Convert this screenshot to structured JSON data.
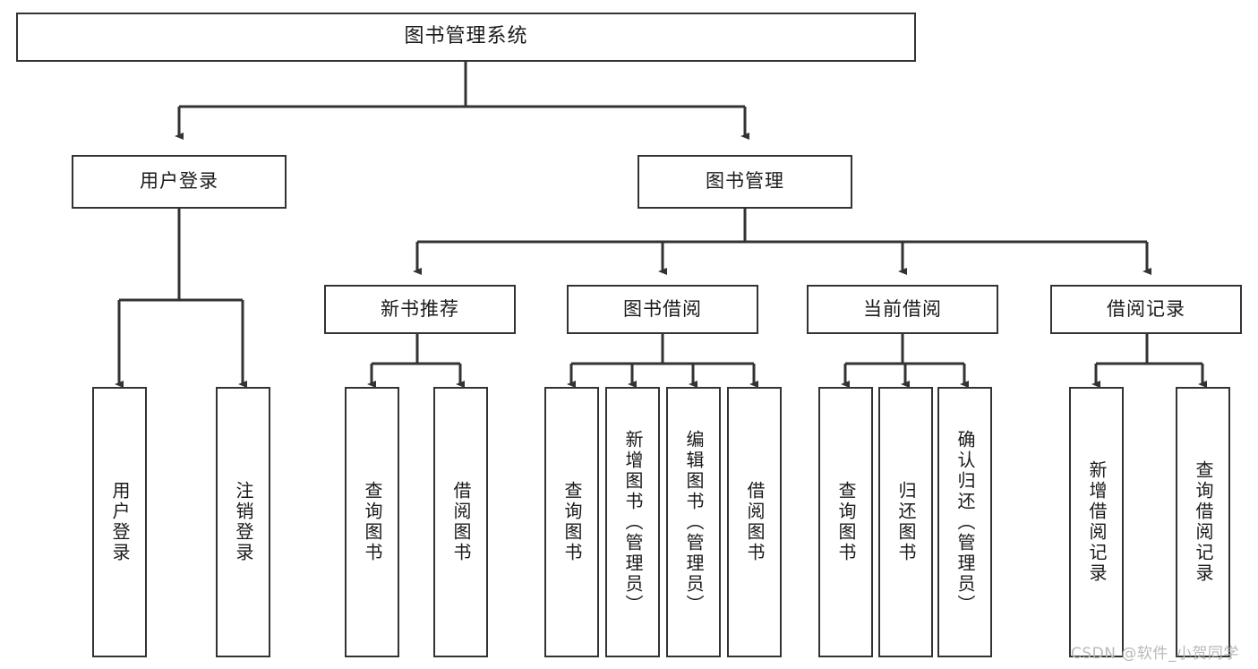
{
  "diagram": {
    "title": "图书管理系统",
    "root": {
      "label": "图书管理系统"
    },
    "level2": [
      {
        "label": "用户登录"
      },
      {
        "label": "图书管理"
      }
    ],
    "level3": [
      {
        "label": "新书推荐"
      },
      {
        "label": "图书借阅"
      },
      {
        "label": "当前借阅"
      },
      {
        "label": "借阅记录"
      }
    ],
    "leaves": {
      "user_login": [
        {
          "label": "用户登录"
        },
        {
          "label": "注销登录"
        }
      ],
      "new_book_recommend": [
        {
          "label": "查询图书"
        },
        {
          "label": "借阅图书"
        }
      ],
      "book_borrow": [
        {
          "label": "查询图书"
        },
        {
          "label": "新增图书（管理员）"
        },
        {
          "label": "编辑图书（管理员）"
        },
        {
          "label": "借阅图书"
        }
      ],
      "current_borrow": [
        {
          "label": "查询图书"
        },
        {
          "label": "归还图书"
        },
        {
          "label": "确认归还（管理员）"
        }
      ],
      "borrow_record": [
        {
          "label": "新增借阅记录"
        },
        {
          "label": "查询借阅记录"
        }
      ]
    }
  },
  "watermark": {
    "text": "CSDN @软件_小贺同学"
  },
  "colors": {
    "stroke": "#333333",
    "background": "#ffffff",
    "text": "#1a1a1a",
    "watermark": "#b9b9b9"
  }
}
